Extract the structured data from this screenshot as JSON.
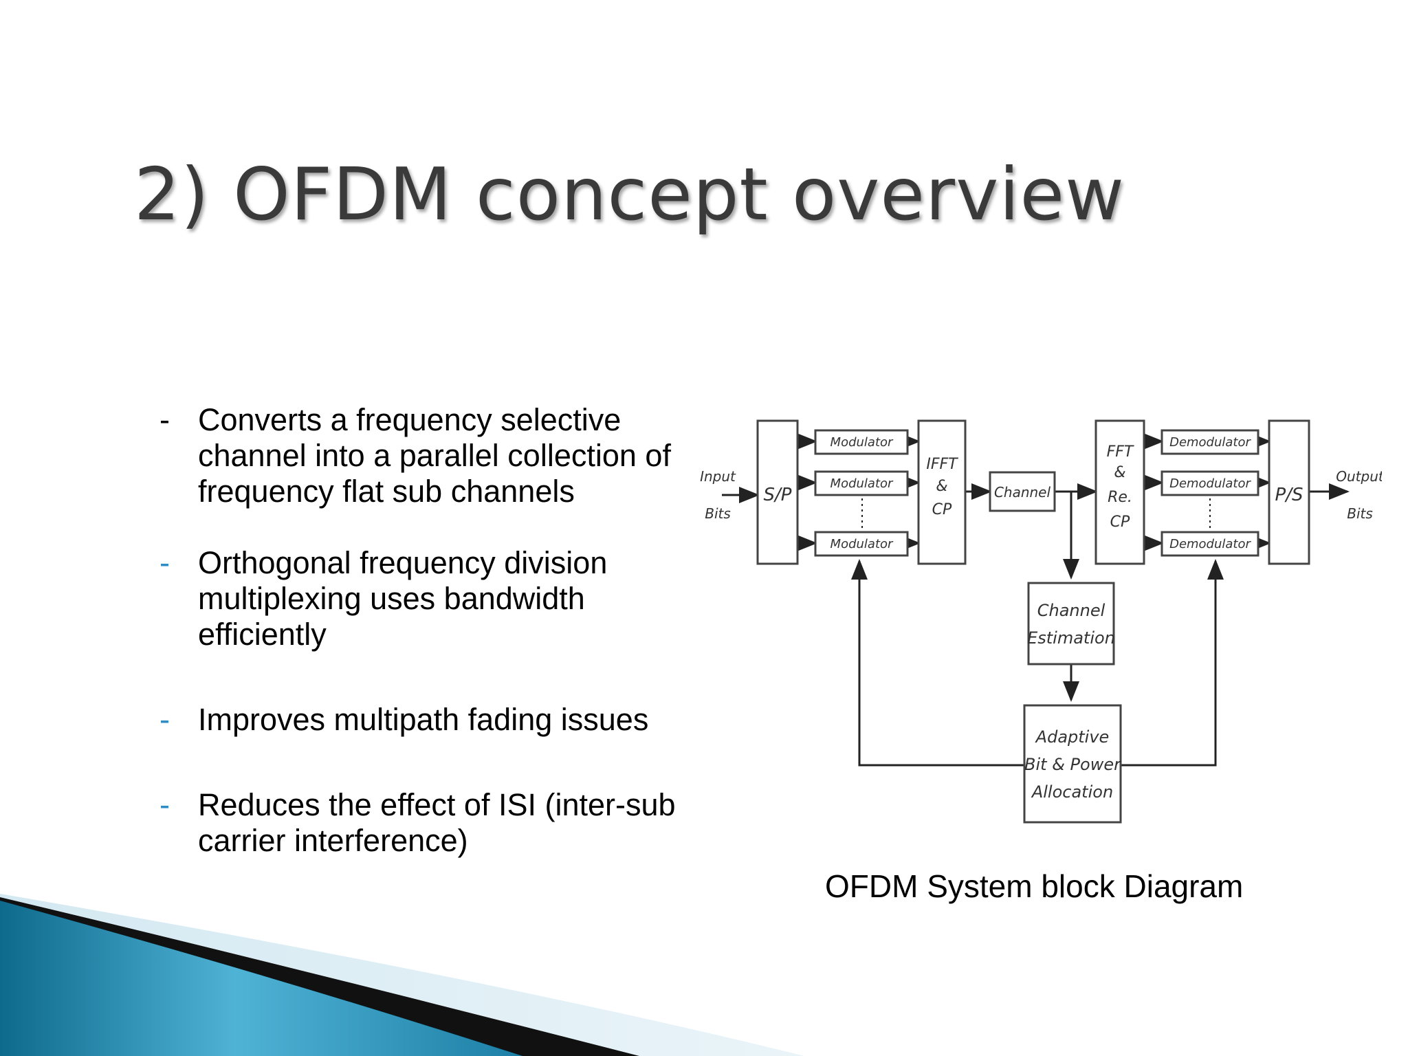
{
  "slide": {
    "title": "2) OFDM concept overview",
    "bullets": [
      {
        "marker": "-",
        "text": "Converts a frequency selective channel into a parallel collection of frequency flat sub channels"
      },
      {
        "marker": "-",
        "text": "Orthogonal frequency division multiplexing uses bandwidth efficiently"
      },
      {
        "marker": "-",
        "text": "Improves multipath fading issues"
      },
      {
        "marker": "-",
        "text": "Reduces the effect of ISI (inter-sub carrier interference)"
      }
    ],
    "caption": "OFDM System block Diagram"
  },
  "diagram": {
    "input_label": [
      "Input",
      "Bits"
    ],
    "output_label": [
      "Output",
      "Bits"
    ],
    "sp": "S/P",
    "ps": "P/S",
    "modulator": "Modulator",
    "demodulator": "Demodulator",
    "ifft": [
      "IFFT",
      "&",
      "CP"
    ],
    "fft": [
      "FFT",
      "&",
      "Re.",
      "CP"
    ],
    "channel": "Channel",
    "estimation": [
      "Channel",
      "Estimation"
    ],
    "adaptive": [
      "Adaptive",
      "Bit & Power",
      "Allocation"
    ]
  },
  "colors": {
    "accent": "#2f8dc4",
    "wave_dark": "#0e4f6e",
    "wave_light": "#5ab7d9"
  }
}
